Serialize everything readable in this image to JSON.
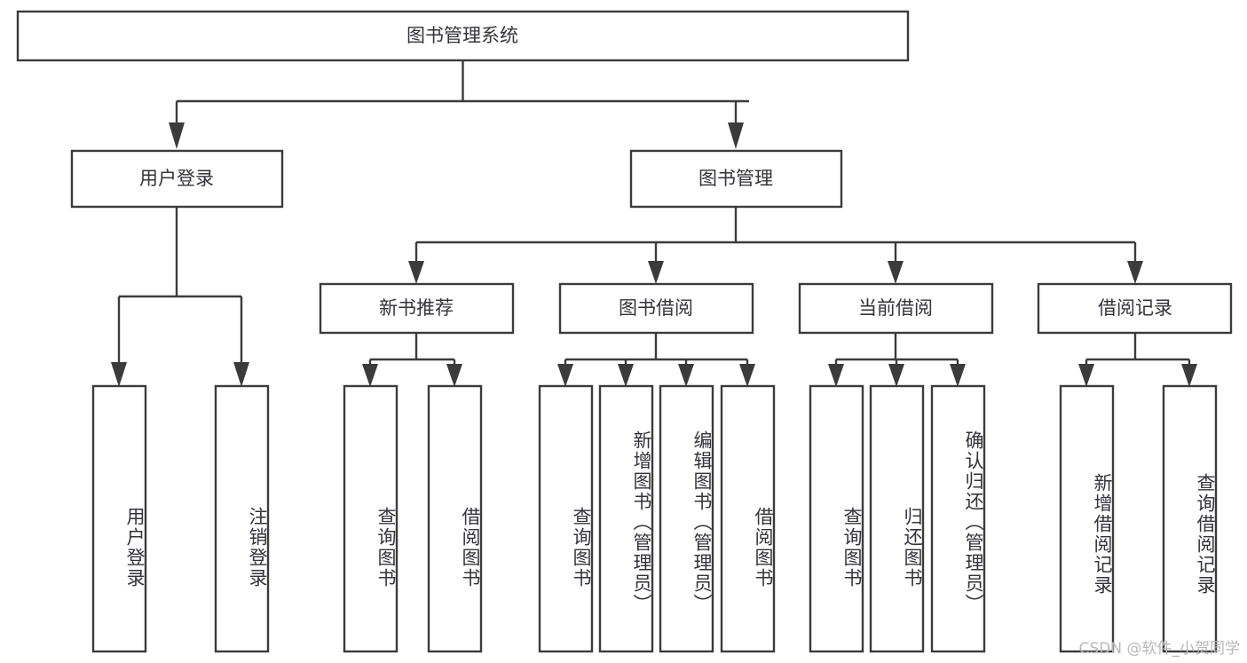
{
  "diagram": {
    "title": "图书管理系统",
    "watermark": "CSDN @软件_小贺同学",
    "colors": {
      "stroke": "#3b3b3b",
      "text": "#33333a",
      "background": "#ffffff",
      "watermark": "#b8b8b8"
    },
    "root": {
      "label": "图书管理系统"
    },
    "level2": [
      {
        "label": "用户登录"
      },
      {
        "label": "图书管理"
      }
    ],
    "level3": [
      {
        "label": "新书推荐"
      },
      {
        "label": "图书借阅"
      },
      {
        "label": "当前借阅"
      },
      {
        "label": "借阅记录"
      }
    ],
    "leaves": {
      "user_login": [
        {
          "label": "用户登录"
        },
        {
          "label": "注销登录"
        }
      ],
      "new_book_recommend": [
        {
          "label": "查询图书"
        },
        {
          "label": "借阅图书"
        }
      ],
      "book_borrow": [
        {
          "label": "查询图书"
        },
        {
          "label": "新增图书（管理员）"
        },
        {
          "label": "编辑图书（管理员）"
        },
        {
          "label": "借阅图书"
        }
      ],
      "current_borrow": [
        {
          "label": "查询图书"
        },
        {
          "label": "归还图书"
        },
        {
          "label": "确认归还（管理员）"
        }
      ],
      "borrow_record": [
        {
          "label": "新增借阅记录"
        },
        {
          "label": "查询借阅记录"
        }
      ]
    }
  }
}
